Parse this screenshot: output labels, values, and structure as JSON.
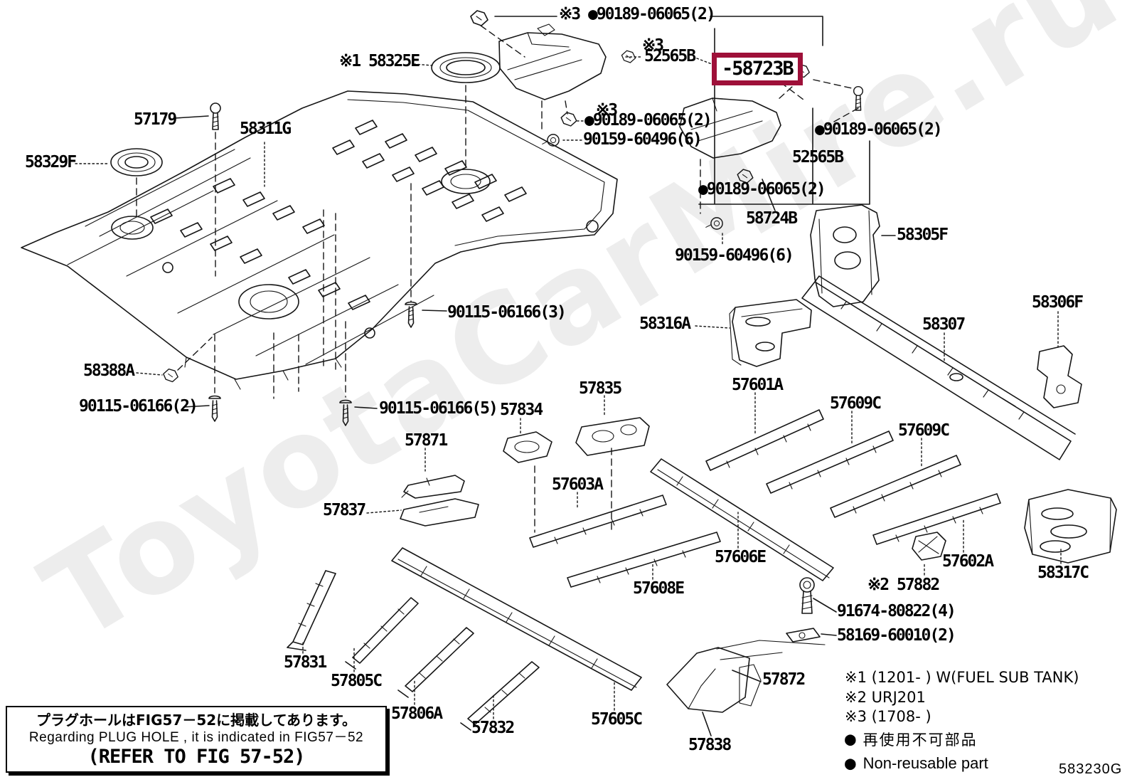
{
  "watermark": {
    "text": "ToyotaCarMire.ru",
    "color": "#ededed"
  },
  "highlight": {
    "label": "-58723B",
    "box_color": "#9e1039"
  },
  "diagram_code": {
    "text": "583230G"
  },
  "note_box": {
    "line_ja": "プラグホールはFIG57－52に掲載してあります。",
    "line_en": "Regarding PLUG HOLE , it is indicated in FIG57－52",
    "line_ref": "(REFER TO FIG 57-52)"
  },
  "legend": {
    "bullet": "●",
    "footnote_1": "※1 (1201-      ) W(FUEL SUB TANK)",
    "footnote_2": "※2 URJ201",
    "footnote_3": "※3 (1708-      )",
    "nonreusable_ja": "再使用不可部品",
    "nonreusable_en": "Non-reusable part"
  },
  "labels": [
    {
      "text": "※3 ●90189-06065(2)"
    },
    {
      "text": "※1 58325E"
    },
    {
      "text": "※3"
    },
    {
      "text": "52565B"
    },
    {
      "text": "57179"
    },
    {
      "text": "58311G"
    },
    {
      "text": "58329F"
    },
    {
      "text": "※3"
    },
    {
      "text": "●90189-06065(2)"
    },
    {
      "text": "90159-60496(6)"
    },
    {
      "text": "●90189-06065(2)"
    },
    {
      "text": "52565B"
    },
    {
      "text": "●90189-06065(2)"
    },
    {
      "text": "58724B"
    },
    {
      "text": "90159-60496(6)"
    },
    {
      "text": "58305F"
    },
    {
      "text": "90115-06166(3)"
    },
    {
      "text": "58316A"
    },
    {
      "text": "58306F"
    },
    {
      "text": "57601A"
    },
    {
      "text": "57609C"
    },
    {
      "text": "57609C"
    },
    {
      "text": "58307"
    },
    {
      "text": "58388A"
    },
    {
      "text": "90115-06166(2)"
    },
    {
      "text": "90115-06166(5)"
    },
    {
      "text": "57834"
    },
    {
      "text": "57835"
    },
    {
      "text": "57871"
    },
    {
      "text": "57837"
    },
    {
      "text": "57603A"
    },
    {
      "text": "57606E"
    },
    {
      "text": "57602A"
    },
    {
      "text": "58317C"
    },
    {
      "text": "57608E"
    },
    {
      "text": "※2 57882"
    },
    {
      "text": "91674-80822(4)"
    },
    {
      "text": "58169-60010(2)"
    },
    {
      "text": "57831"
    },
    {
      "text": "57805C"
    },
    {
      "text": "57806A"
    },
    {
      "text": "57832"
    },
    {
      "text": "57605C"
    },
    {
      "text": "57872"
    },
    {
      "text": "57838"
    }
  ]
}
